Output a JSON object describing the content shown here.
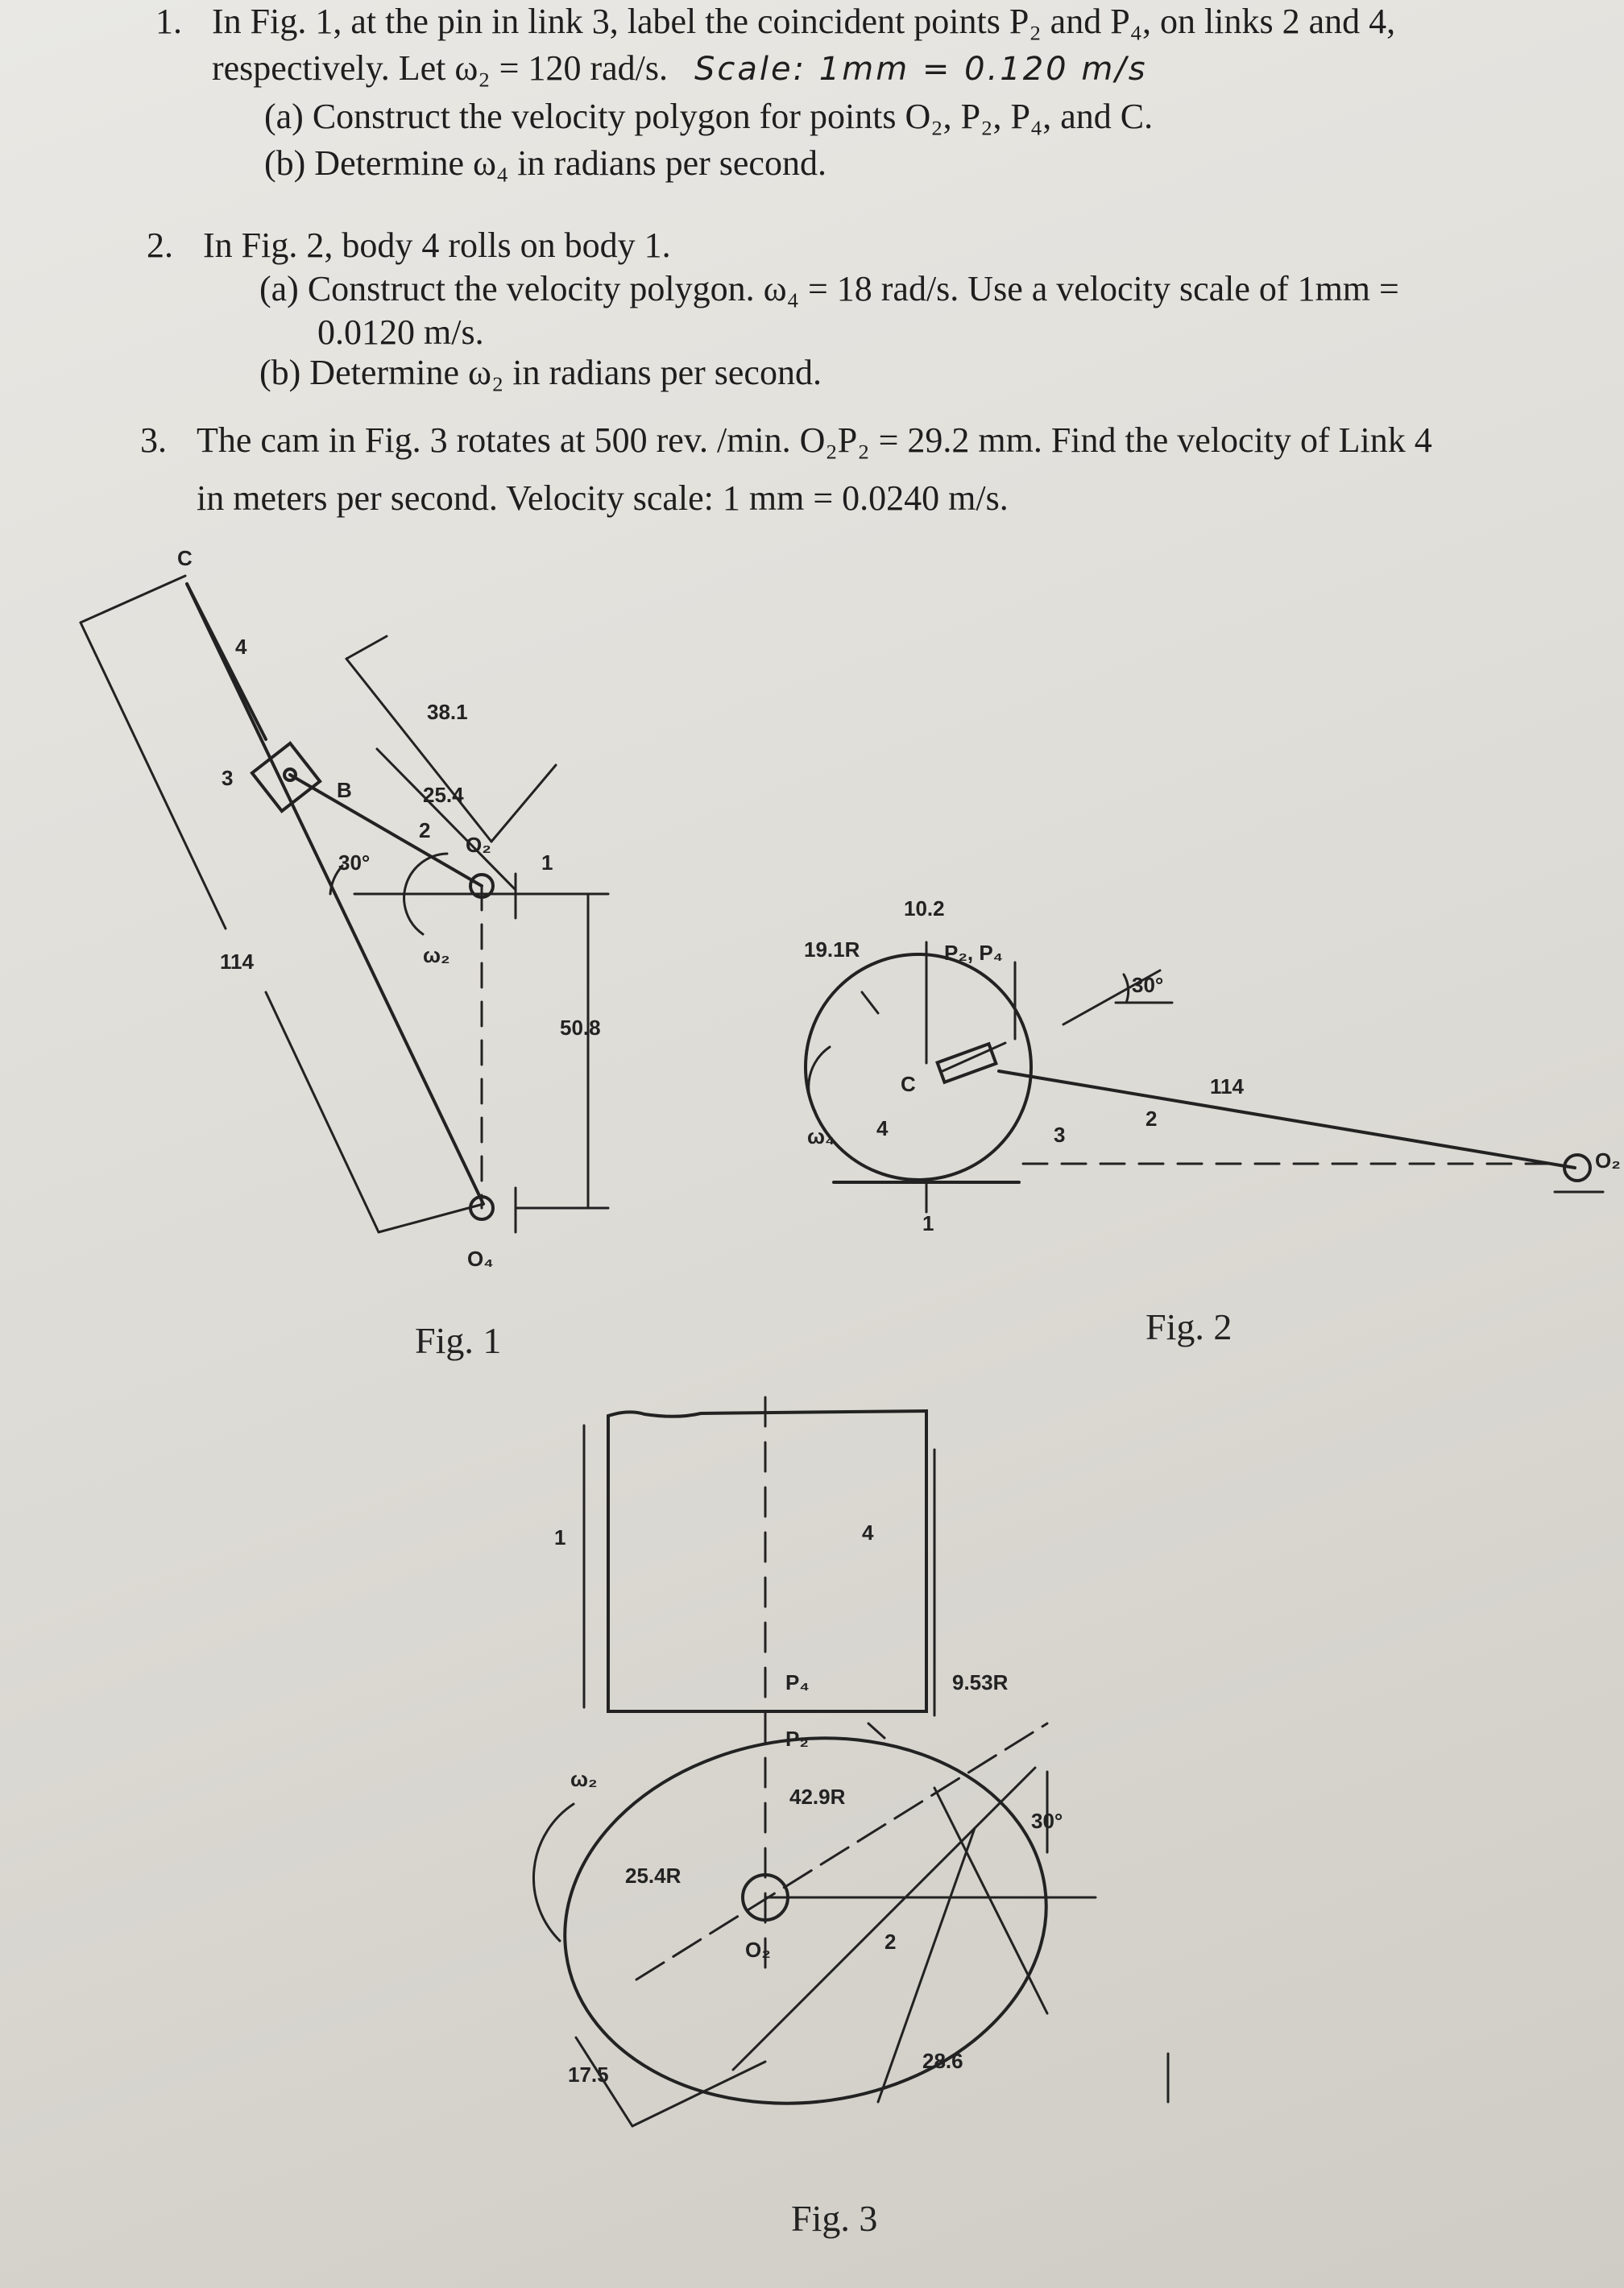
{
  "problems": {
    "p1": {
      "num": "1.",
      "line1": "In Fig. 1, at the pin in link 3, label the coincident points P₂ and P₄, on links 2 and 4,",
      "line2": "respectively. Let ω₂ = 120 rad/s.",
      "handwritten": "Scale: 1mm = 0.120 m/s",
      "a": "(a) Construct the velocity polygon for points O₂, P₂, P₄, and C.",
      "b": "(b) Determine ω₄ in radians per second."
    },
    "p2": {
      "num": "2.",
      "line1": "In Fig. 2, body 4 rolls on body 1.",
      "a1": "(a) Construct the velocity polygon. ω₄ = 18 rad/s. Use a velocity scale of 1mm =",
      "a2": "0.0120 m/s.",
      "b": "(b) Determine ω₂ in radians per second."
    },
    "p3": {
      "num": "3.",
      "line1": "The cam in Fig. 3 rotates at 500 rev. /min. O₂P₂ = 29.2 mm. Find the velocity of Link 4",
      "line2": "in meters per second. Velocity scale: 1 mm = 0.0240 m/s."
    }
  },
  "fig1": {
    "caption": "Fig. 1",
    "labels": {
      "c": "C",
      "link4": "4",
      "link3": "3",
      "b": "B",
      "d38": "38.1",
      "d25": "25.4",
      "link2": "2",
      "o2": "O₂",
      "link1": "1",
      "angle": "30°",
      "omega": "ω₂",
      "d114": "114",
      "d508": "50.8",
      "o4": "O₄"
    }
  },
  "fig2": {
    "caption": "Fig. 2",
    "labels": {
      "d102": "10.2",
      "r191": "19.1R",
      "pts": "P₂, P₄",
      "angle": "30°",
      "d114": "114",
      "omega": "ω₄",
      "body4": "4",
      "c": "C",
      "link3": "3",
      "link2": "2",
      "body1": "1",
      "o2": "O₂"
    }
  },
  "fig3": {
    "caption": "Fig. 3",
    "labels": {
      "body1": "1",
      "body4": "4",
      "p4": "P₄",
      "p2": "P₂",
      "r953": "9.53R",
      "r429": "42.9R",
      "omega": "ω₂",
      "angle": "30°",
      "r254": "25.4R",
      "o2": "O₂",
      "link2": "2",
      "d175": "17.5",
      "d286": "28.6"
    }
  }
}
